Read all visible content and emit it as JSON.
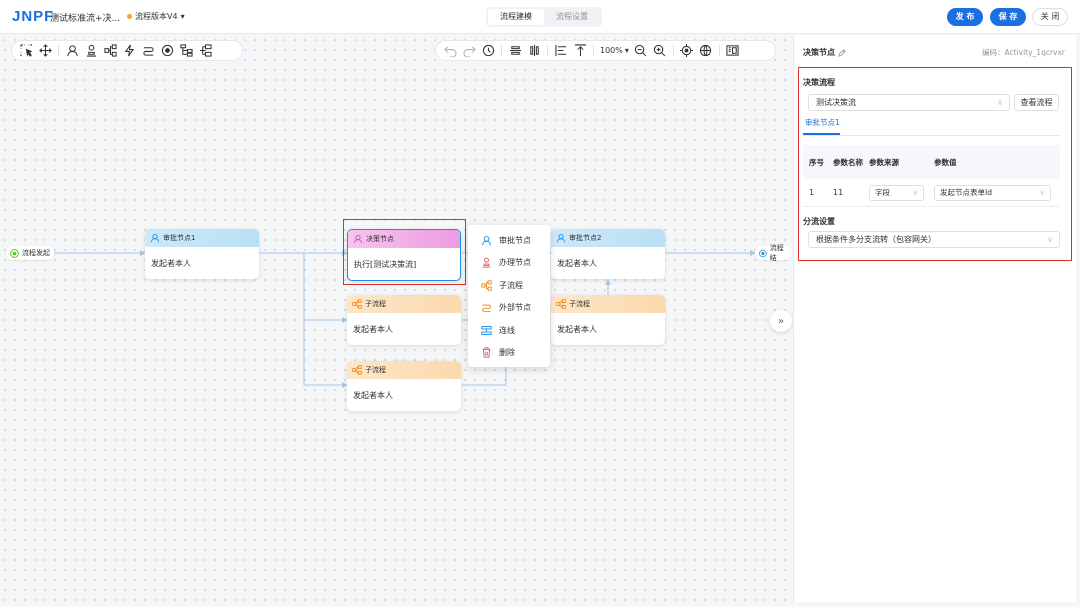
{
  "header": {
    "logo": "JNPF",
    "logo_o": "·",
    "app_title": "测试标准流+决...",
    "version": "流程版本V4",
    "version_caret": "▾",
    "tabs": [
      "流程建模",
      "流程设置"
    ],
    "publish": "发 布",
    "save": "保 存",
    "close": "关 闭",
    "colors": {
      "primary": "#1c6fe0",
      "version_dot": "#f5a623"
    }
  },
  "toolbar": {
    "zoom": "100%",
    "zoom_caret": "▾",
    "left_icons": [
      "select-icon",
      "move-icon",
      "approver-icon",
      "handle-icon",
      "subprocess-icon",
      "trigger-icon",
      "external-icon",
      "circle-icon",
      "tree-icon",
      "indent-icon"
    ],
    "right_icons": [
      "undo-icon",
      "redo-icon",
      "history-icon",
      "align-center-icon",
      "align-middle-icon",
      "align-left-icon",
      "align-top-icon",
      "zoom-out-icon",
      "zoom-in-icon",
      "locate-icon",
      "globe-icon",
      "minimap-icon"
    ]
  },
  "canvas": {
    "start_event": "流程发起",
    "end_event": "流程结",
    "nodes": [
      {
        "type": "approve",
        "title": "审批节点1",
        "body": "发起者本人"
      },
      {
        "type": "decision",
        "title": "决策节点",
        "body": "执行[测试决策流]"
      },
      {
        "type": "approve",
        "title": "审批节点2",
        "body": "发起者本人"
      },
      {
        "type": "sub",
        "title": "子流程",
        "body": "发起者本人"
      },
      {
        "type": "sub",
        "title": "子流程",
        "body": "发起者本人"
      },
      {
        "type": "sub",
        "title": "子流程",
        "body": "发起者本人"
      }
    ],
    "context_menu": [
      "审批节点",
      "办理节点",
      "子流程",
      "外部节点",
      "连线",
      "删除"
    ],
    "collapse": "»",
    "colors": {
      "approve": "#1c8ee0",
      "decision": "#d946c8",
      "sub": "#f28c1b",
      "delete": "#e25c5c",
      "selection": "#d9302c"
    }
  },
  "panel": {
    "title": "决策节点",
    "code": "编码：Activity_1qcrvxr",
    "decision_flow_label": "决策流程",
    "decision_flow_value": "测试决策流",
    "view_flow_button": "查看流程",
    "inner_tab": "审批节点1",
    "table": {
      "headers": [
        "序号",
        "参数名称",
        "参数来源",
        "参数值"
      ],
      "rows": [
        {
          "index": "1",
          "name": "11",
          "source": "字段",
          "value": "发起节点表单Id"
        }
      ]
    },
    "branch_label": "分流设置",
    "branch_value": "根据条件多分支流转（包容网关）",
    "chevron": "∨"
  }
}
